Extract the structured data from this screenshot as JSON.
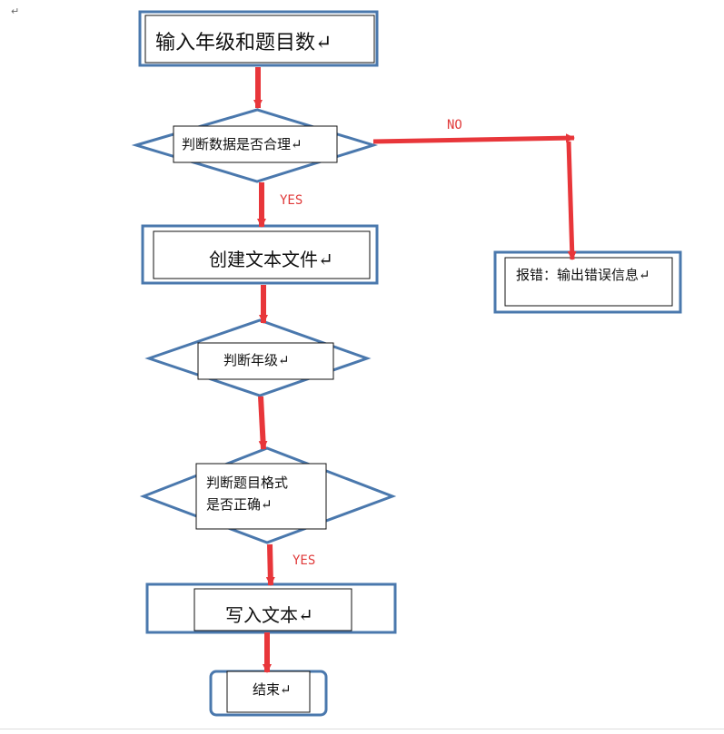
{
  "doc": {
    "top_mark": "↵"
  },
  "nodes": {
    "input_grade_count": "输入年级和题目数↵",
    "check_data_valid": "判断数据是否合理↵",
    "create_text_file": "创建文本文件↵",
    "report_error": "报错：输出错误信息↵",
    "check_grade": "判断年级↵",
    "check_format_line1": "判断题目格式",
    "check_format_line2": "是否正确↵",
    "write_text": "写入文本↵",
    "end": "结束↵"
  },
  "edges": {
    "no_label": "NO",
    "yes_label_1": "YES",
    "yes_label_2": "YES"
  },
  "colors": {
    "shape_stroke": "#4a78ad",
    "arrow": "#e8363a",
    "label": "#e03a3a"
  }
}
